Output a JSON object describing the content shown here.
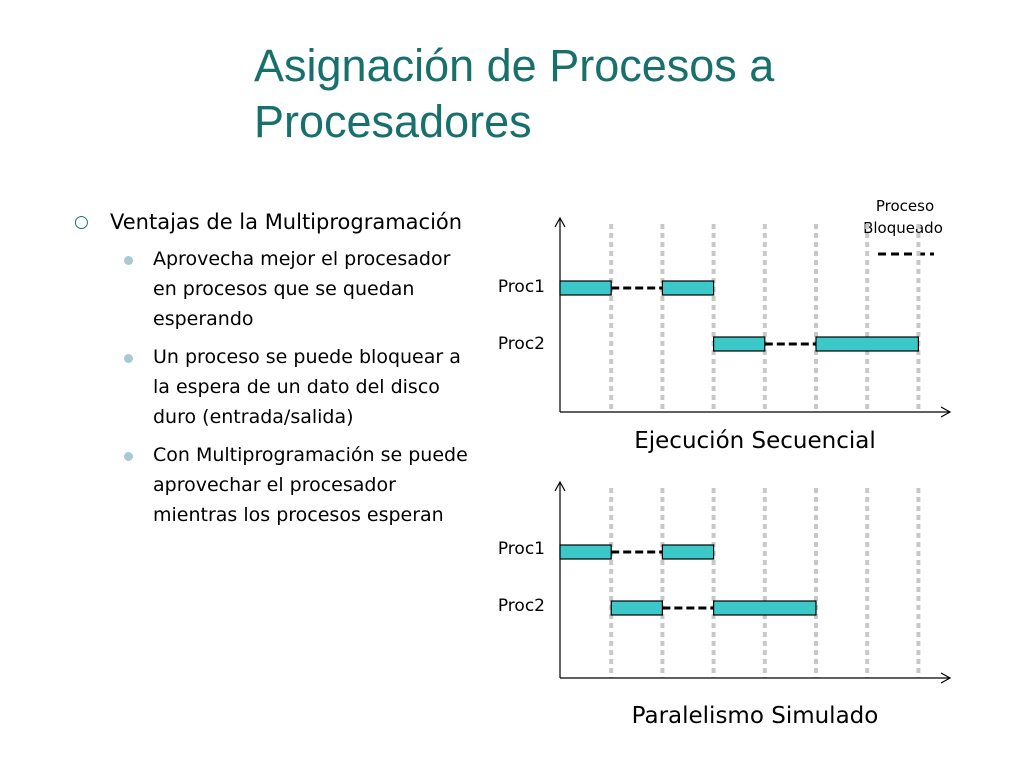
{
  "title": "Asignación de Procesos a Procesadores",
  "bullets": {
    "main": "Ventajas de la Multiprogramación",
    "sub": [
      "Aprovecha mejor el procesador en procesos que se quedan esperando",
      "Un proceso se puede bloquear a la espera de un dato del disco duro (entrada/salida)",
      "Con Multiprogramación se puede aprovechar el procesador mientras los procesos esperan"
    ]
  },
  "legend": {
    "line1": "Proceso",
    "line2": "Bloqueado",
    "symbol": "----"
  },
  "colors": {
    "title": "#17706b",
    "bar_fill": "#3cc8c8",
    "grid": "#c8c8c8",
    "bullet_dot": "#a9c8d1"
  },
  "diagrams": [
    {
      "caption": "Ejecución Secuencial",
      "rows": [
        {
          "label": "Proc1",
          "run": [
            [
              0,
              1
            ],
            [
              2,
              3
            ]
          ],
          "blocked": [
            [
              1,
              2
            ]
          ]
        },
        {
          "label": "Proc2",
          "run": [
            [
              3,
              4
            ],
            [
              5,
              7
            ]
          ],
          "blocked": [
            [
              4,
              5
            ]
          ]
        }
      ]
    },
    {
      "caption": "Paralelismo Simulado",
      "rows": [
        {
          "label": "Proc1",
          "run": [
            [
              0,
              1
            ],
            [
              2,
              3
            ]
          ],
          "blocked": [
            [
              1,
              2
            ]
          ]
        },
        {
          "label": "Proc2",
          "run": [
            [
              1,
              2
            ],
            [
              3,
              5
            ]
          ],
          "blocked": [
            [
              2,
              3
            ]
          ]
        }
      ]
    }
  ]
}
